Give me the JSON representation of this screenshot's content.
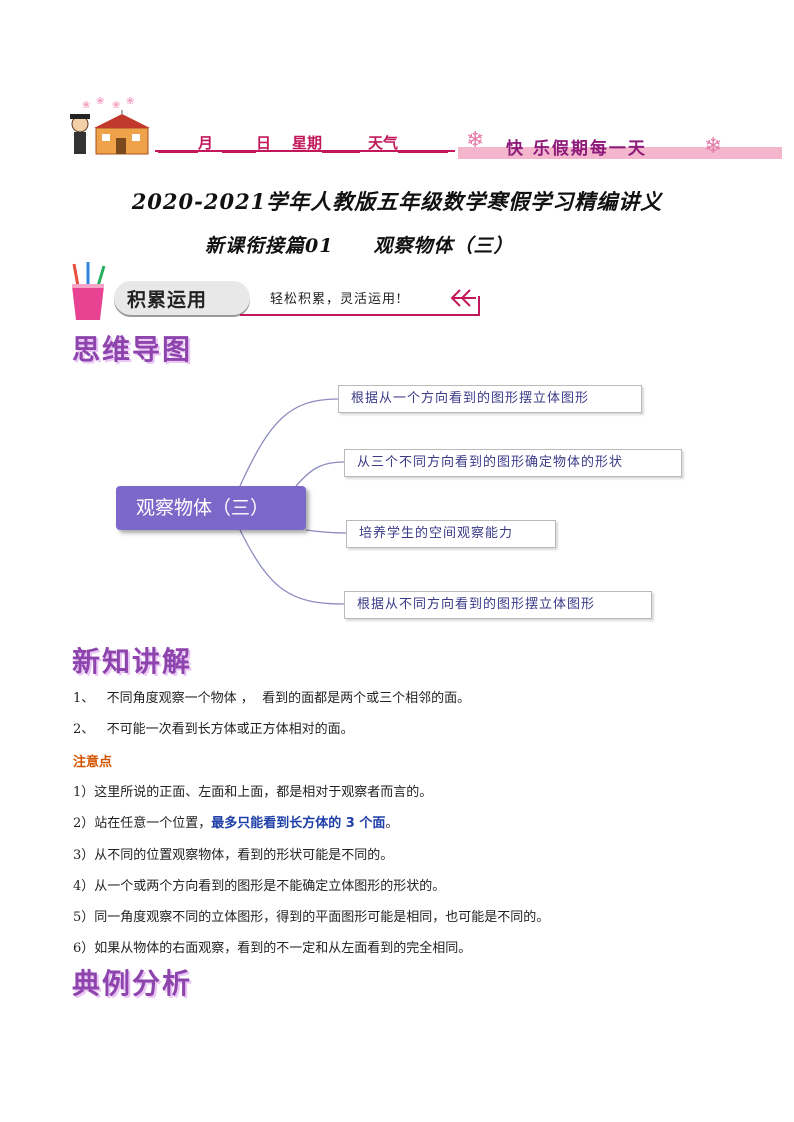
{
  "header": {
    "month_label": "月",
    "day_label": "日",
    "weekday_label": "星期",
    "weather_label": "天气",
    "slogan": "快 乐假期每一天"
  },
  "title": {
    "line1": "2020-2021学年人教版五年级数学寒假学习精编讲义",
    "line2": "新课衔接篇01　　观察物体（三）"
  },
  "banner": {
    "label": "积累运用",
    "subtitle": "轻松积累，灵活运用!"
  },
  "sections": {
    "mindmap": "思维导图",
    "knowledge": "新知讲解",
    "examples": "典例分析"
  },
  "mindmap": {
    "center": "观察物体（三）",
    "nodes": [
      "根据从一个方向看到的图形摆立体图形",
      "从三个不同方向看到的图形确定物体的形状",
      "培养学生的空间观察能力",
      "根据从不同方向看到的图形摆立体图形"
    ]
  },
  "knowledge": {
    "items": [
      "1、   不同角度观察一个物体 ，  看到的面都是两个或三个相邻的面。",
      "2、   不可能一次看到长方体或正方体相对的面。"
    ],
    "note_title": "注意点",
    "notes": [
      "1）这里所说的正面、左面和上面，都是相对于观察者而言的。",
      "3）从不同的位置观察物体，看到的形状可能是不同的。",
      "4）从一个或两个方向看到的图形是不能确定立体图形的形状的。",
      "5）同一角度观察不同的立体图形，得到的平面图形可能是相同，也可能是不同的。",
      "6）如果从物体的右面观察，看到的不一定和从左面看到的完全相同。"
    ],
    "note2_prefix": "2）站在任意一个位置，",
    "note2_highlight": "最多只能看到长方体的 3 个面",
    "note2_suffix": "。"
  },
  "colors": {
    "accent_pink": "#c2185b",
    "section_purple": "#8e44ad",
    "mindmap_center": "#7b68c9",
    "highlight_blue": "#1f3fa8",
    "note_orange": "#d35400"
  }
}
